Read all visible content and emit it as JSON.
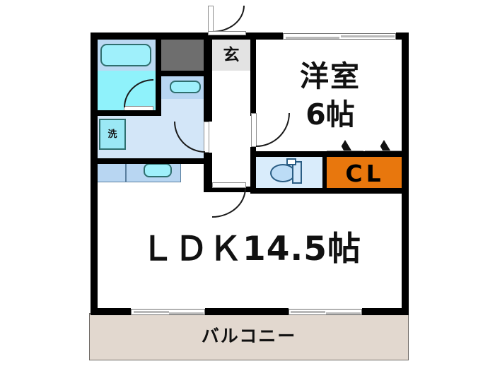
{
  "plan": {
    "type": "floor-plan",
    "layout_name": "1LDK",
    "rooms": [
      {
        "id": "ldk",
        "label": "ＬＤＫ14.5帖",
        "kind": "living-dining-kitchen",
        "size_jo": 14.5
      },
      {
        "id": "bedroom",
        "label_line1": "洋室",
        "label_line2": "6帖",
        "kind": "western-room",
        "size_jo": 6
      },
      {
        "id": "balcony",
        "label": "バルコニー",
        "kind": "balcony"
      },
      {
        "id": "closet",
        "label": "CL",
        "kind": "closet"
      },
      {
        "id": "genkan",
        "label": "玄",
        "kind": "entrance"
      },
      {
        "id": "washroom",
        "label": "洗",
        "kind": "washing-machine-space"
      }
    ],
    "fixtures": [
      {
        "name": "bathtub",
        "room": "bath"
      },
      {
        "name": "vanity-sink",
        "room": "washroom"
      },
      {
        "name": "toilet",
        "room": "toilet"
      },
      {
        "name": "kitchen-counter",
        "room": "ldk"
      },
      {
        "name": "kitchen-sink",
        "room": "ldk"
      }
    ],
    "doors": [
      {
        "name": "entrance-door",
        "type": "hinged"
      },
      {
        "name": "bath-door",
        "type": "hinged"
      },
      {
        "name": "washroom-door",
        "type": "hinged"
      },
      {
        "name": "bedroom-door",
        "type": "hinged"
      },
      {
        "name": "ldk-hall-door",
        "type": "hinged"
      },
      {
        "name": "closet-doors",
        "type": "folding"
      },
      {
        "name": "balcony-window-left",
        "type": "sliding"
      },
      {
        "name": "balcony-window-right",
        "type": "sliding"
      },
      {
        "name": "bedroom-window",
        "type": "sliding"
      }
    ],
    "colors": {
      "wall": "#000000",
      "closet_fill": "#e8770d",
      "balcony_fill": "#e2d8cf",
      "bath_fill": "#8ff2fb",
      "water_fill": "#b8d6f2",
      "genkan_fill": "#e3e3e3"
    }
  }
}
